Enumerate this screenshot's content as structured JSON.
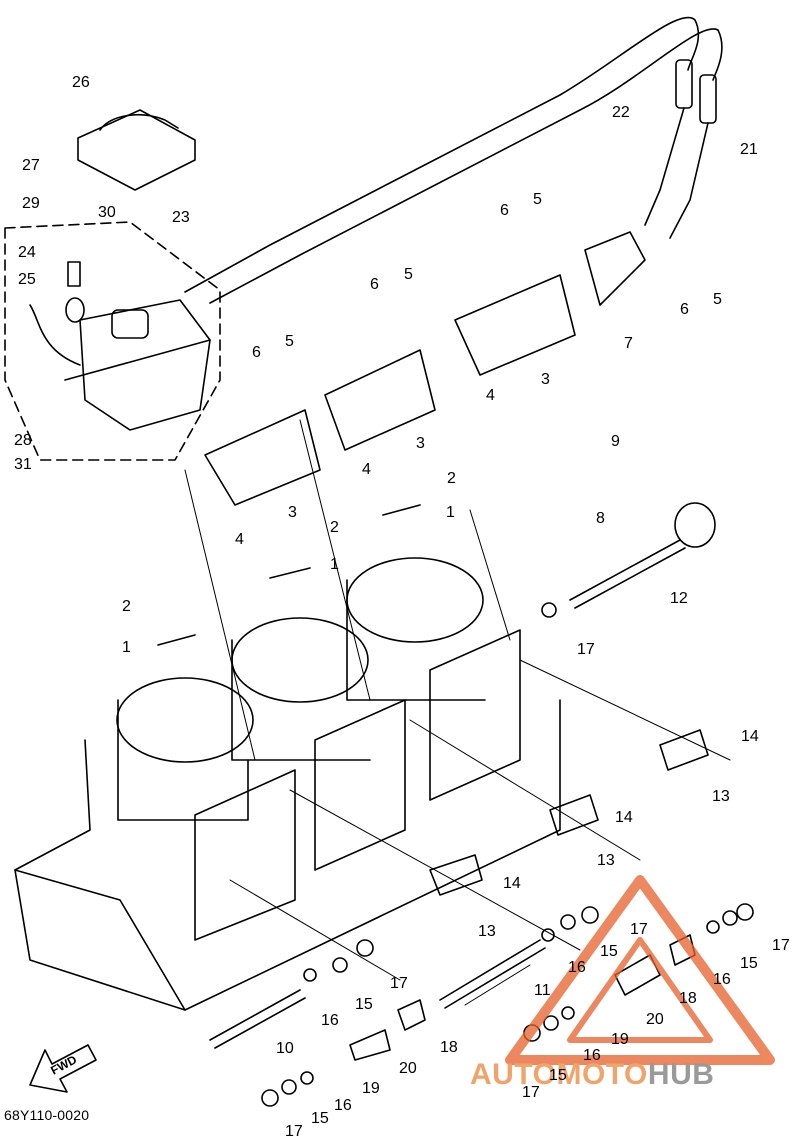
{
  "diagram": {
    "code": "68Y110-0020",
    "fwd_label": "FWD",
    "watermark": {
      "part1": "AUTOMOTO",
      "part2": "HUB",
      "accent": "#e8602a",
      "gray": "#8a8a8a"
    }
  },
  "callouts": [
    "26",
    "27",
    "29",
    "30",
    "23",
    "24",
    "25",
    "28",
    "31",
    "22",
    "21",
    "6",
    "5",
    "6",
    "5",
    "6",
    "5",
    "6",
    "5",
    "7",
    "4",
    "3",
    "4",
    "3",
    "3",
    "4",
    "9",
    "8",
    "2",
    "1",
    "2",
    "1",
    "2",
    "1",
    "12",
    "17",
    "14",
    "13",
    "14",
    "13",
    "14",
    "13",
    "17",
    "15",
    "16",
    "18",
    "20",
    "19",
    "16",
    "15",
    "17",
    "17",
    "15",
    "16",
    "11",
    "16",
    "15",
    "17",
    "10",
    "18",
    "20",
    "19",
    "16",
    "15",
    "17"
  ]
}
